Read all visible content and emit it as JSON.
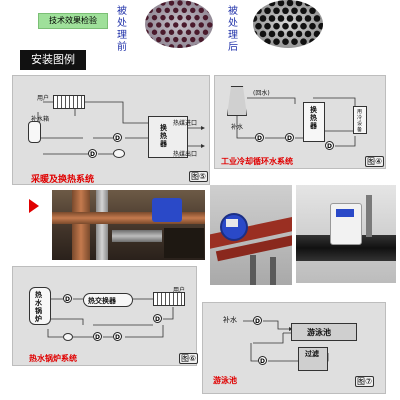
{
  "header": {
    "badge": "技术效果检验",
    "before_label": "被处理前",
    "after_label": "被处理后"
  },
  "section_title": "安装图例",
  "diagrams": {
    "heating": {
      "caption": "采暖及换热系统",
      "figure": "图⑤",
      "user_label": "用户",
      "tank_label": "补水箱",
      "exchanger_label": "换热器",
      "inlet_label": "热媒进口",
      "outlet_label": "热媒出口",
      "device_label": "D"
    },
    "cooling": {
      "caption": "工业冷却循环水系统",
      "figure": "图④",
      "water_label": "(回水)",
      "makeup_label": "补水",
      "exchanger_label": "换热器",
      "equipment_label": "用冷设备",
      "device_label": "D"
    },
    "boiler": {
      "caption": "热水锅炉系统",
      "figure": "图⑥",
      "boiler_label": "热水锅炉",
      "exchanger_label": "热交换器",
      "user_label": "用户",
      "device_label": "D"
    },
    "pool": {
      "caption": "游泳池",
      "figure": "图⑦",
      "makeup_label": "补水",
      "pool_label": "游泳池",
      "filter_label": "过滤",
      "device_label": "D"
    }
  },
  "colors": {
    "caption_red": "#e00000",
    "panel_bg": "#dfdfdf",
    "device_blue": "#2a49c8",
    "pipe_copper": "#b0603a"
  }
}
